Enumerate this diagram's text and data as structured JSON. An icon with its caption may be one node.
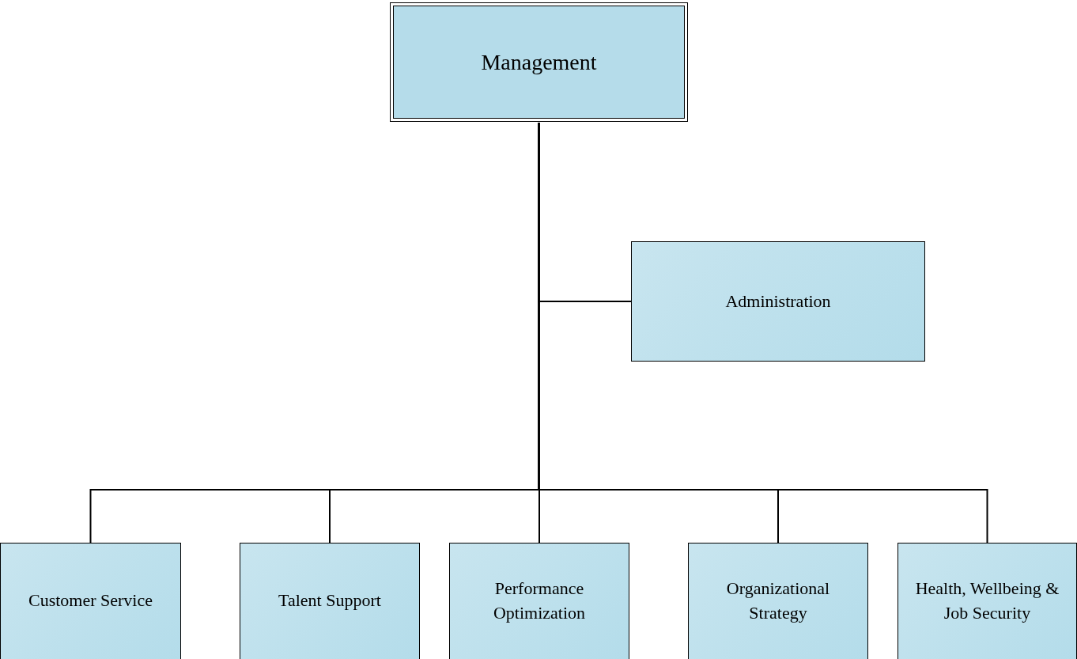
{
  "diagram": {
    "nodes": [
      {
        "text": [
          "Management"
        ]
      },
      {
        "text": [
          "Administration"
        ]
      },
      {
        "text": [
          "Customer Service"
        ]
      },
      {
        "text": [
          "Talent Support"
        ]
      },
      {
        "text": [
          "Performance Optimization"
        ]
      },
      {
        "text": [
          "Organizational Strategy"
        ]
      },
      {
        "text": [
          "Health, Wellbeing & Job Security"
        ]
      }
    ],
    "edges": [
      {
        "from": 0,
        "to": 1,
        "arrow": "none"
      },
      {
        "from": 0,
        "to": 2,
        "arrow": "none"
      },
      {
        "from": 0,
        "to": 3,
        "arrow": "none"
      },
      {
        "from": 0,
        "to": 4,
        "arrow": "none"
      },
      {
        "from": 0,
        "to": 5,
        "arrow": "none"
      },
      {
        "from": 0,
        "to": 6,
        "arrow": "none"
      }
    ]
  }
}
